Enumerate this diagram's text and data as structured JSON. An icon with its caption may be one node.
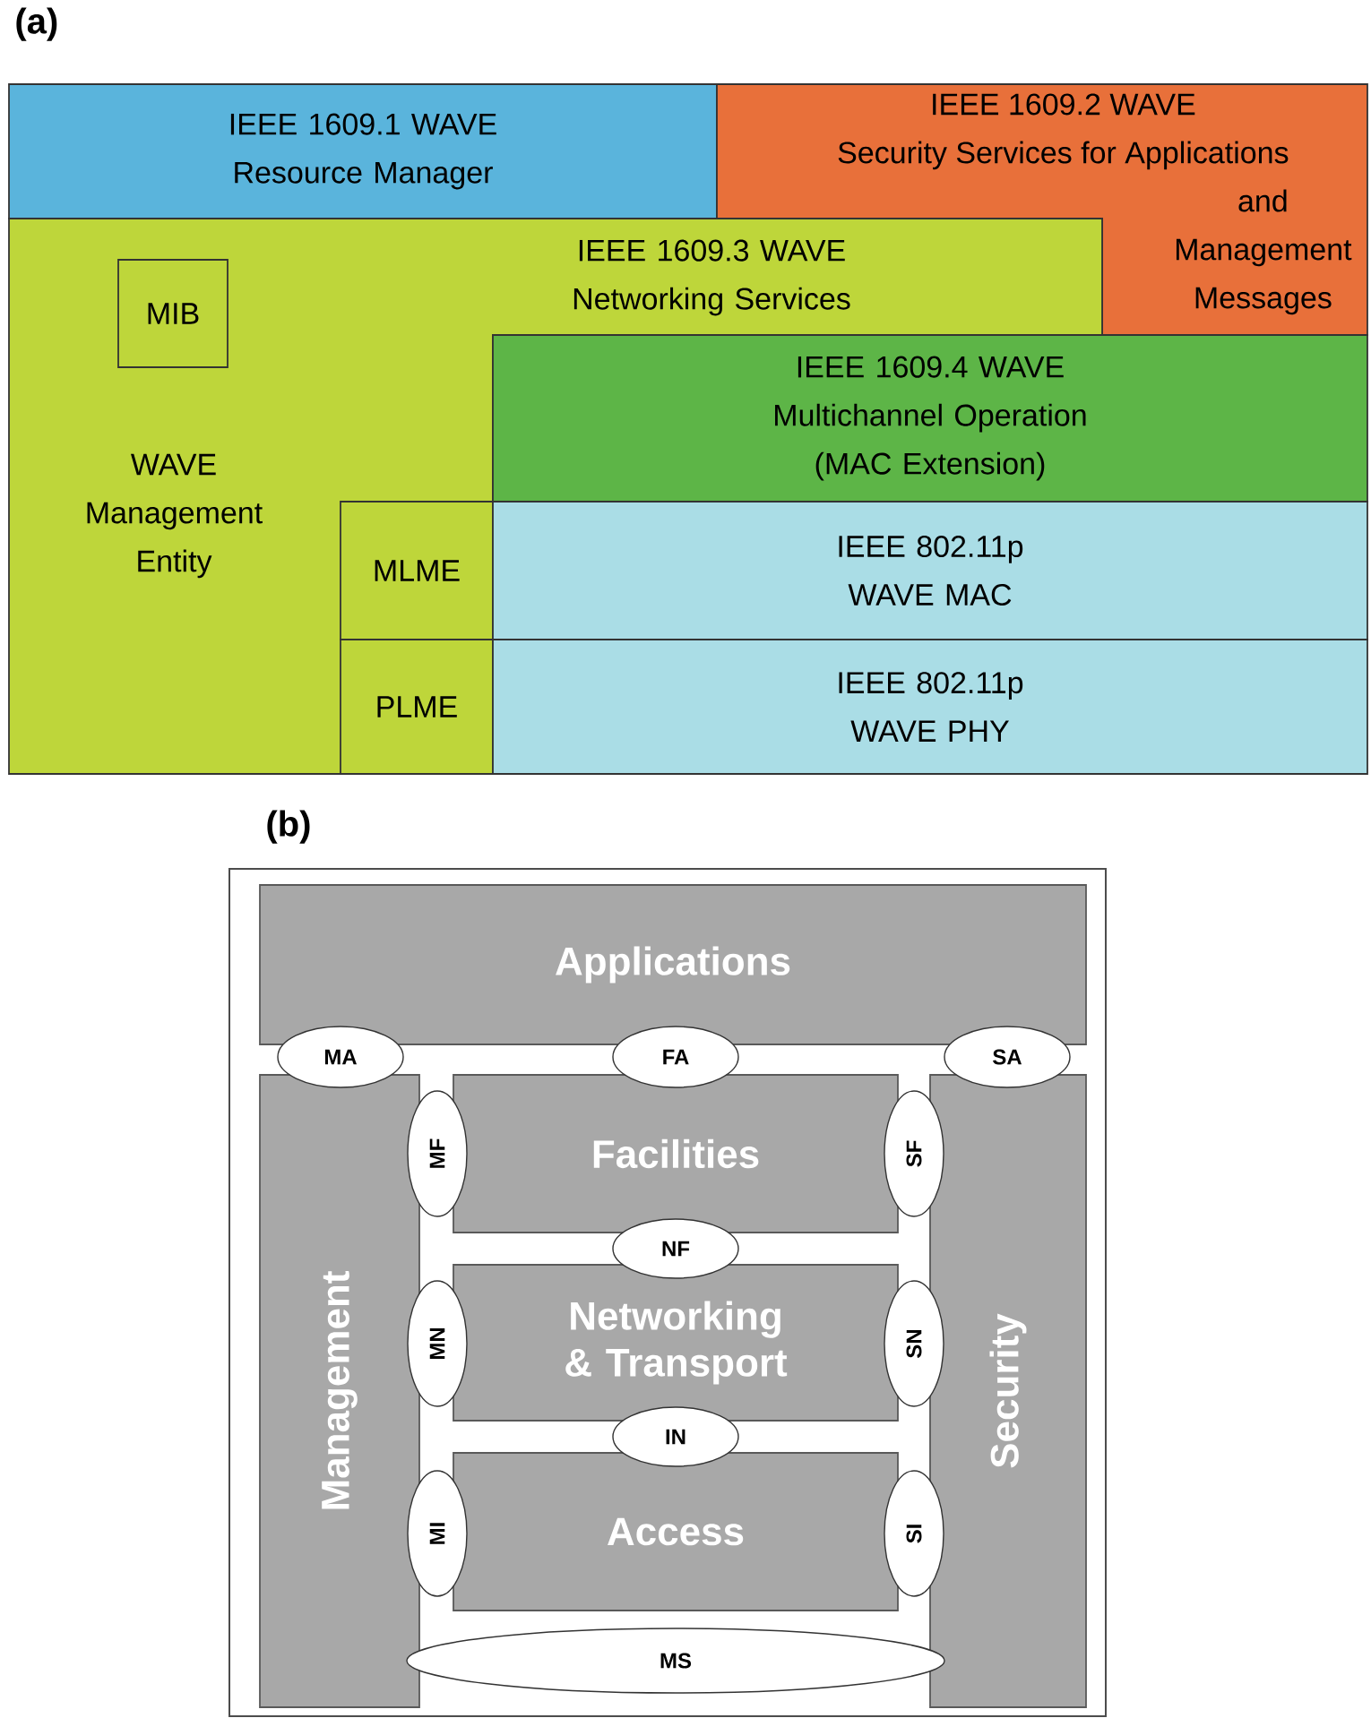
{
  "diagram": {
    "nodes": [
      {
        "text": [
          "IEEE 1609.1 WAVE Resource Manager"
        ]
      },
      {
        "text": [
          "IEEE 1609.2 WAVE Security Services for Applications and Management Messages"
        ]
      },
      {
        "text": [
          "IEEE 1609.3 WAVE Networking Services",
          "WAVE Management Entity"
        ]
      },
      {
        "text": [
          "MIB"
        ],
        "in": 2
      },
      {
        "text": [
          "IEEE 1609.4 WAVE Multichannel Operation (MAC Extension)"
        ]
      },
      {
        "text": [
          "MLME"
        ],
        "in": 2
      },
      {
        "text": [
          "IEEE 802.11p WAVE MAC"
        ]
      },
      {
        "text": [
          "PLME"
        ],
        "in": 2
      },
      {
        "text": [
          "IEEE 802.11p WAVE PHY"
        ]
      },
      {
        "text": [
          "Applications"
        ]
      },
      {
        "text": [
          "MA"
        ]
      },
      {
        "text": [
          "FA"
        ]
      },
      {
        "text": [
          "SA"
        ]
      },
      {
        "text": [
          "Management"
        ]
      },
      {
        "text": [
          "Facilities"
        ]
      },
      {
        "text": [
          "Security"
        ]
      },
      {
        "text": [
          "MF"
        ]
      },
      {
        "text": [
          "SF"
        ]
      },
      {
        "text": [
          "NF"
        ]
      },
      {
        "text": [
          "Networking & Transport"
        ]
      },
      {
        "text": [
          "MN"
        ]
      },
      {
        "text": [
          "SN"
        ]
      },
      {
        "text": [
          "IN"
        ]
      },
      {
        "text": [
          "Access"
        ]
      },
      {
        "text": [
          "MI"
        ]
      },
      {
        "text": [
          "SI"
        ]
      },
      {
        "text": [
          "MS"
        ]
      }
    ],
    "labels": [
      "(a)",
      "(b)"
    ]
  }
}
